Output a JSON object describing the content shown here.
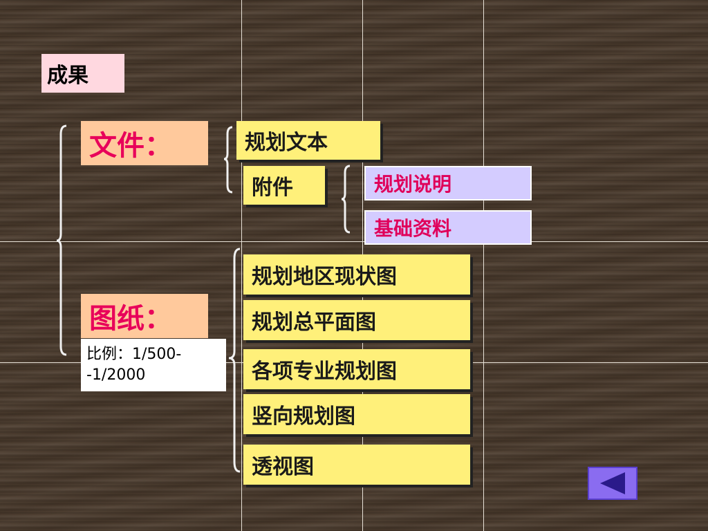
{
  "slide": {
    "title": "成果",
    "files": {
      "label": "文件：",
      "items": [
        "规划文本",
        "附件"
      ],
      "attachments": [
        "规划说明",
        "基础资料"
      ]
    },
    "drawings": {
      "label": "图纸：",
      "scale_note": "比例：1/500--1/2000",
      "items": [
        "规划地区现状图",
        "规划总平面图",
        "各项专业规划图",
        "竖向规划图",
        "透视图"
      ]
    }
  },
  "nav": {
    "back_icon": "triangle-left-icon"
  },
  "colors": {
    "accent": "#e8005a",
    "yellow_box": "#fff07a",
    "lavender_box": "#d4ccff",
    "peach_box": "#ffc99c",
    "title_box": "#ffd8e0"
  }
}
